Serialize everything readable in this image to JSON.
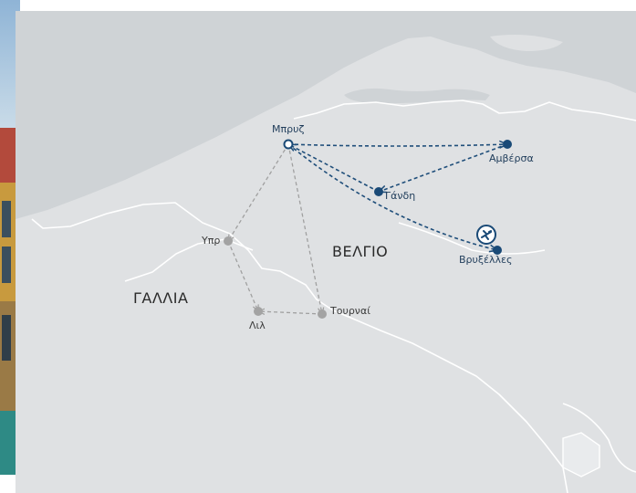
{
  "map": {
    "countries": [
      {
        "id": "belgium",
        "label": "ΒΕΛΓΙΟ"
      },
      {
        "id": "france",
        "label": "ΓΑΛΛΙΑ"
      }
    ],
    "cities": [
      {
        "id": "bruges",
        "label": "Μπρυζ",
        "type": "origin"
      },
      {
        "id": "antwerp",
        "label": "Αμβέρσα",
        "type": "visited"
      },
      {
        "id": "ghent",
        "label": "Γάνδη",
        "type": "visited"
      },
      {
        "id": "brussels",
        "label": "Βρυξέλλες",
        "type": "visited-airport"
      },
      {
        "id": "ypres",
        "label": "Υπρ",
        "type": "excursion"
      },
      {
        "id": "tournai",
        "label": "Τουρναί",
        "type": "excursion"
      },
      {
        "id": "lille",
        "label": "Λιλ",
        "type": "excursion"
      }
    ],
    "routes": [
      {
        "from": "bruges",
        "to": "antwerp",
        "style": "main"
      },
      {
        "from": "antwerp",
        "to": "ghent",
        "style": "main"
      },
      {
        "from": "ghent",
        "to": "bruges",
        "style": "main"
      },
      {
        "from": "bruges",
        "to": "brussels",
        "style": "main"
      },
      {
        "from": "bruges",
        "to": "ypres",
        "style": "excursion"
      },
      {
        "from": "ypres",
        "to": "lille",
        "style": "excursion"
      },
      {
        "from": "bruges",
        "to": "tournai",
        "style": "excursion"
      },
      {
        "from": "tournai",
        "to": "lille",
        "style": "excursion"
      }
    ],
    "icons": {
      "airport": "airplane-icon"
    },
    "colors": {
      "sea": "#cfd3d6",
      "land": "#dfe1e3",
      "border": "#ffffff",
      "route_main": "#1f4e7a",
      "route_excursion": "#a0a0a0",
      "marker_main": "#1a4a77",
      "marker_grey": "#a3a3a3"
    }
  }
}
